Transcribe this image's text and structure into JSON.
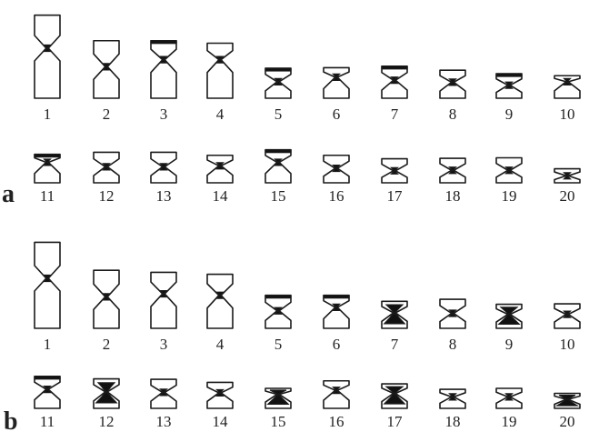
{
  "panels": [
    {
      "label": "a",
      "chromosomes": [
        {
          "id": "1",
          "p": 0.66,
          "q": 1.0,
          "band": "none"
        },
        {
          "id": "2",
          "p": 0.52,
          "q": 0.63,
          "band": "none"
        },
        {
          "id": "3",
          "p": 0.38,
          "q": 0.77,
          "band": "top"
        },
        {
          "id": "4",
          "p": 0.33,
          "q": 0.77,
          "band": "none"
        },
        {
          "id": "5",
          "p": 0.27,
          "q": 0.33,
          "band": "top"
        },
        {
          "id": "6",
          "p": 0.19,
          "q": 0.42,
          "band": "none"
        },
        {
          "id": "7",
          "p": 0.28,
          "q": 0.36,
          "band": "top"
        },
        {
          "id": "8",
          "p": 0.24,
          "q": 0.32,
          "band": "none"
        },
        {
          "id": "9",
          "p": 0.23,
          "q": 0.26,
          "band": "top"
        },
        {
          "id": "10",
          "p": 0.12,
          "q": 0.33,
          "band": "none"
        },
        {
          "id": "11",
          "p": 0.16,
          "q": 0.41,
          "band": "top"
        },
        {
          "id": "12",
          "p": 0.29,
          "q": 0.32,
          "band": "none"
        },
        {
          "id": "13",
          "p": 0.29,
          "q": 0.32,
          "band": "none"
        },
        {
          "id": "14",
          "p": 0.21,
          "q": 0.34,
          "band": "none"
        },
        {
          "id": "15",
          "p": 0.25,
          "q": 0.41,
          "band": "top"
        },
        {
          "id": "16",
          "p": 0.26,
          "q": 0.29,
          "band": "none"
        },
        {
          "id": "17",
          "p": 0.24,
          "q": 0.24,
          "band": "none"
        },
        {
          "id": "18",
          "p": 0.24,
          "q": 0.25,
          "band": "none"
        },
        {
          "id": "19",
          "p": 0.25,
          "q": 0.25,
          "band": "none"
        },
        {
          "id": "20",
          "p": 0.14,
          "q": 0.14,
          "band": "none"
        }
      ]
    },
    {
      "label": "b",
      "chromosomes": [
        {
          "id": "1",
          "p": 0.72,
          "q": 1.0,
          "band": "none"
        },
        {
          "id": "2",
          "p": 0.53,
          "q": 0.63,
          "band": "none"
        },
        {
          "id": "3",
          "p": 0.43,
          "q": 0.69,
          "band": "none"
        },
        {
          "id": "4",
          "p": 0.42,
          "q": 0.66,
          "band": "none"
        },
        {
          "id": "5",
          "p": 0.31,
          "q": 0.35,
          "band": "top"
        },
        {
          "id": "6",
          "p": 0.24,
          "q": 0.42,
          "band": "top"
        },
        {
          "id": "7",
          "p": 0.23,
          "q": 0.31,
          "band": "solid"
        },
        {
          "id": "8",
          "p": 0.28,
          "q": 0.3,
          "band": "none"
        },
        {
          "id": "9",
          "p": 0.2,
          "q": 0.28,
          "band": "solid"
        },
        {
          "id": "10",
          "p": 0.21,
          "q": 0.28,
          "band": "none"
        },
        {
          "id": "11",
          "p": 0.26,
          "q": 0.38,
          "band": "top"
        },
        {
          "id": "12",
          "p": 0.26,
          "q": 0.33,
          "band": "solid"
        },
        {
          "id": "13",
          "p": 0.26,
          "q": 0.32,
          "band": "none"
        },
        {
          "id": "14",
          "p": 0.21,
          "q": 0.31,
          "band": "none"
        },
        {
          "id": "15",
          "p": 0.12,
          "q": 0.28,
          "band": "solid"
        },
        {
          "id": "16",
          "p": 0.19,
          "q": 0.36,
          "band": "none"
        },
        {
          "id": "17",
          "p": 0.19,
          "q": 0.3,
          "band": "solid"
        },
        {
          "id": "18",
          "p": 0.15,
          "q": 0.23,
          "band": "none"
        },
        {
          "id": "19",
          "p": 0.17,
          "q": 0.23,
          "band": "none"
        },
        {
          "id": "20",
          "p": 0.12,
          "q": 0.18,
          "band": "solid"
        }
      ]
    }
  ]
}
